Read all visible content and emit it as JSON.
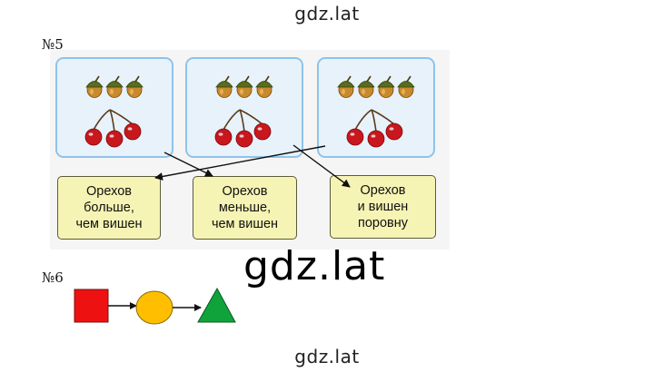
{
  "watermark": {
    "top": "gdz.lat",
    "center": "gdz.lat",
    "bottom": "gdz.lat"
  },
  "task5": {
    "number": "№5",
    "picture_cards": [
      {
        "nuts": 3,
        "cherries": 3,
        "nut_icon": "acorn-icon",
        "cherry_icon": "cherry-icon"
      },
      {
        "nuts": 3,
        "cherries": 3,
        "nut_icon": "acorn-icon",
        "cherry_icon": "cherry-icon"
      },
      {
        "nuts": 4,
        "cherries": 3,
        "nut_icon": "acorn-icon",
        "cherry_icon": "cherry-icon"
      }
    ],
    "answer_cards": [
      {
        "lines": [
          "Орехов",
          "больше,",
          "чем  вишен"
        ]
      },
      {
        "lines": [
          "Орехов",
          "меньше,",
          "чем  вишен"
        ]
      },
      {
        "lines": [
          "Орехов",
          "и  вишен",
          "поровну"
        ]
      }
    ]
  },
  "task6": {
    "number": "№6",
    "chain": [
      "square-icon",
      "circle-icon",
      "triangle-icon"
    ]
  },
  "colors": {
    "card_border": "#8fc3ea",
    "card_fill": "#e7f2fb",
    "answer_fill": "#f6f4b4",
    "cherry": "#c8171d",
    "acorn_cap": "#5a6d1d",
    "acorn_nut": "#c88a2c",
    "square": "#ee1111",
    "circle": "#ffbf00",
    "triangle": "#10a33c"
  }
}
